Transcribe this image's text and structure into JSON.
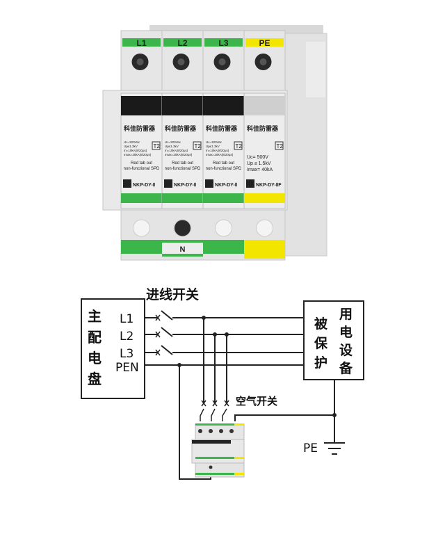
{
  "product": {
    "top_terminals": [
      "L1",
      "L2",
      "L3",
      "PE"
    ],
    "bottom_terminal": "N",
    "brand_text": "科佳防雷器",
    "class_badge": "T2",
    "phase_module": {
      "specs": [
        "Uc=320Vac",
        "Up≤1.3kV",
        "In=10kA(8/20μs)",
        "Imax=20kA(8/20μs)"
      ],
      "note": [
        "Red tab out",
        "non-functional SPD"
      ],
      "model": "NKP-DY-Ⅱ"
    },
    "pe_module": {
      "specs": [
        "Uc= 500V",
        "Up ≤ 1.5kV",
        "Imax= 40kA"
      ],
      "model": "NKP-DY-ⅡF"
    },
    "colors": {
      "phase_strip": "#3cb54a",
      "pe_strip": "#f2e600",
      "body": "#e6e6e6",
      "window": "#1a1a1a"
    }
  },
  "diagram": {
    "main_panel": [
      "主",
      "配",
      "电",
      "盘"
    ],
    "lines": [
      "L1",
      "L2",
      "L3",
      "PEN"
    ],
    "incoming_switch": "进线开关",
    "protected_label": [
      "被",
      "保",
      "护"
    ],
    "equipment_label": [
      "用",
      "电",
      "设",
      "备"
    ],
    "air_switch": "空气开关",
    "ground": "PE"
  }
}
